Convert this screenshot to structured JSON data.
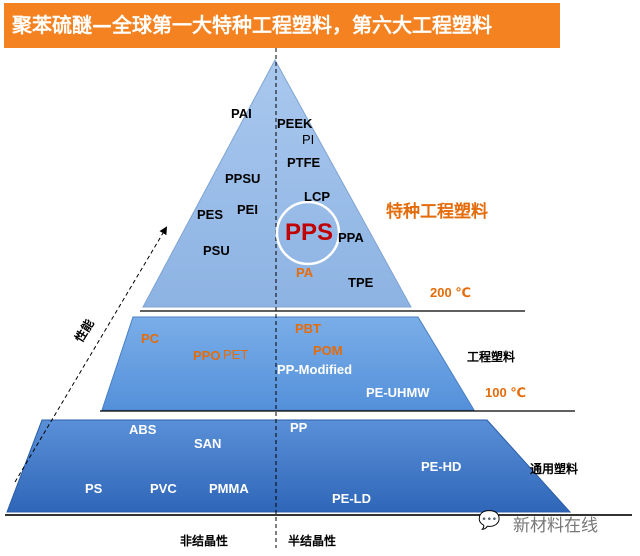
{
  "title": "聚苯硫醚—全球第一大特种工程塑料，第六大工程塑料",
  "colors": {
    "title_bg": "#F58220",
    "top_tier": "#95B9E6",
    "mid_tier": "#5D98DD",
    "bottom_tier": "#3C74C6",
    "orange": "#E46C0A",
    "highlight": "#C00000"
  },
  "axis": {
    "performance": "性能",
    "left_bottom": "非结晶性",
    "right_bottom": "半结晶性"
  },
  "tiers": {
    "special": {
      "label": "特种工程塑料",
      "temp": "200 ℃",
      "items": [
        "PAI",
        "PEEK",
        "PI",
        "PTFE",
        "PPSU",
        "LCP",
        "PES",
        "PEI",
        "PSU",
        "PPA",
        "PA",
        "TPE"
      ],
      "highlight": "PPS"
    },
    "engineering": {
      "label": "工程塑料",
      "temp": "100 ℃",
      "items": [
        "PC",
        "PPO",
        "PET",
        "PBT",
        "POM",
        "PP-Modified",
        "PE-UHMW"
      ]
    },
    "general": {
      "label": "通用塑料",
      "items": [
        "ABS",
        "SAN",
        "PP",
        "PE-HD",
        "PS",
        "PVC",
        "PMMA",
        "PE-LD"
      ]
    }
  },
  "watermark": "新材料在线"
}
